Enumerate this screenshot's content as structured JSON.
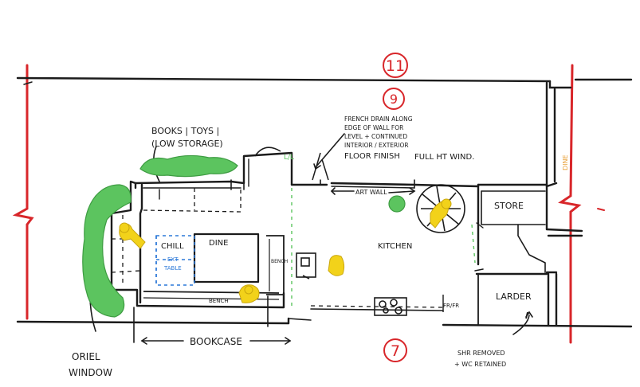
{
  "plan": {
    "label_8": "11",
    "label_9": "9",
    "label_7": "7",
    "notes": {
      "books_line1": "BOOKS | TOYS |",
      "books_line2": "(LOW STORAGE)",
      "french_line1": "FRENCH DRAIN ALONG",
      "french_line2": "EDGE OF WALL FOR",
      "french_line3": "LEVEL + CONTINUED",
      "french_line4": "INTERIOR / EXTERIOR",
      "french_line5": "FLOOR FINISH",
      "full_ht": "FULL HT WIND.",
      "ll": "L/L",
      "art_wall": "ART WALL",
      "dine_side": "DINE",
      "oriel_line1": "ORIEL",
      "oriel_line2": "WINDOW",
      "bookcase": "BOOKCASE",
      "shr_line1": "SHR REMOVED",
      "shr_line2": "+ WC RETAINED"
    },
    "rooms": {
      "chill": "CHILL",
      "ext_table_line1": "EXT",
      "ext_table_line2": "TABLE",
      "dine": "DINE",
      "bench_vertical": "BENCH",
      "bench_bottom": "BENCH",
      "kitchen": "KITCHEN",
      "store": "STORE",
      "larder": "LARDER",
      "fr_fr": "FR/FR"
    },
    "colors": {
      "ink": "#1b1b1b",
      "boundary": "#d8262a",
      "planting": "#5cc45f",
      "figures": "#f2d21a",
      "annotation_blue": "#2b78d8",
      "dine_side_label": "#e9a13a"
    }
  }
}
